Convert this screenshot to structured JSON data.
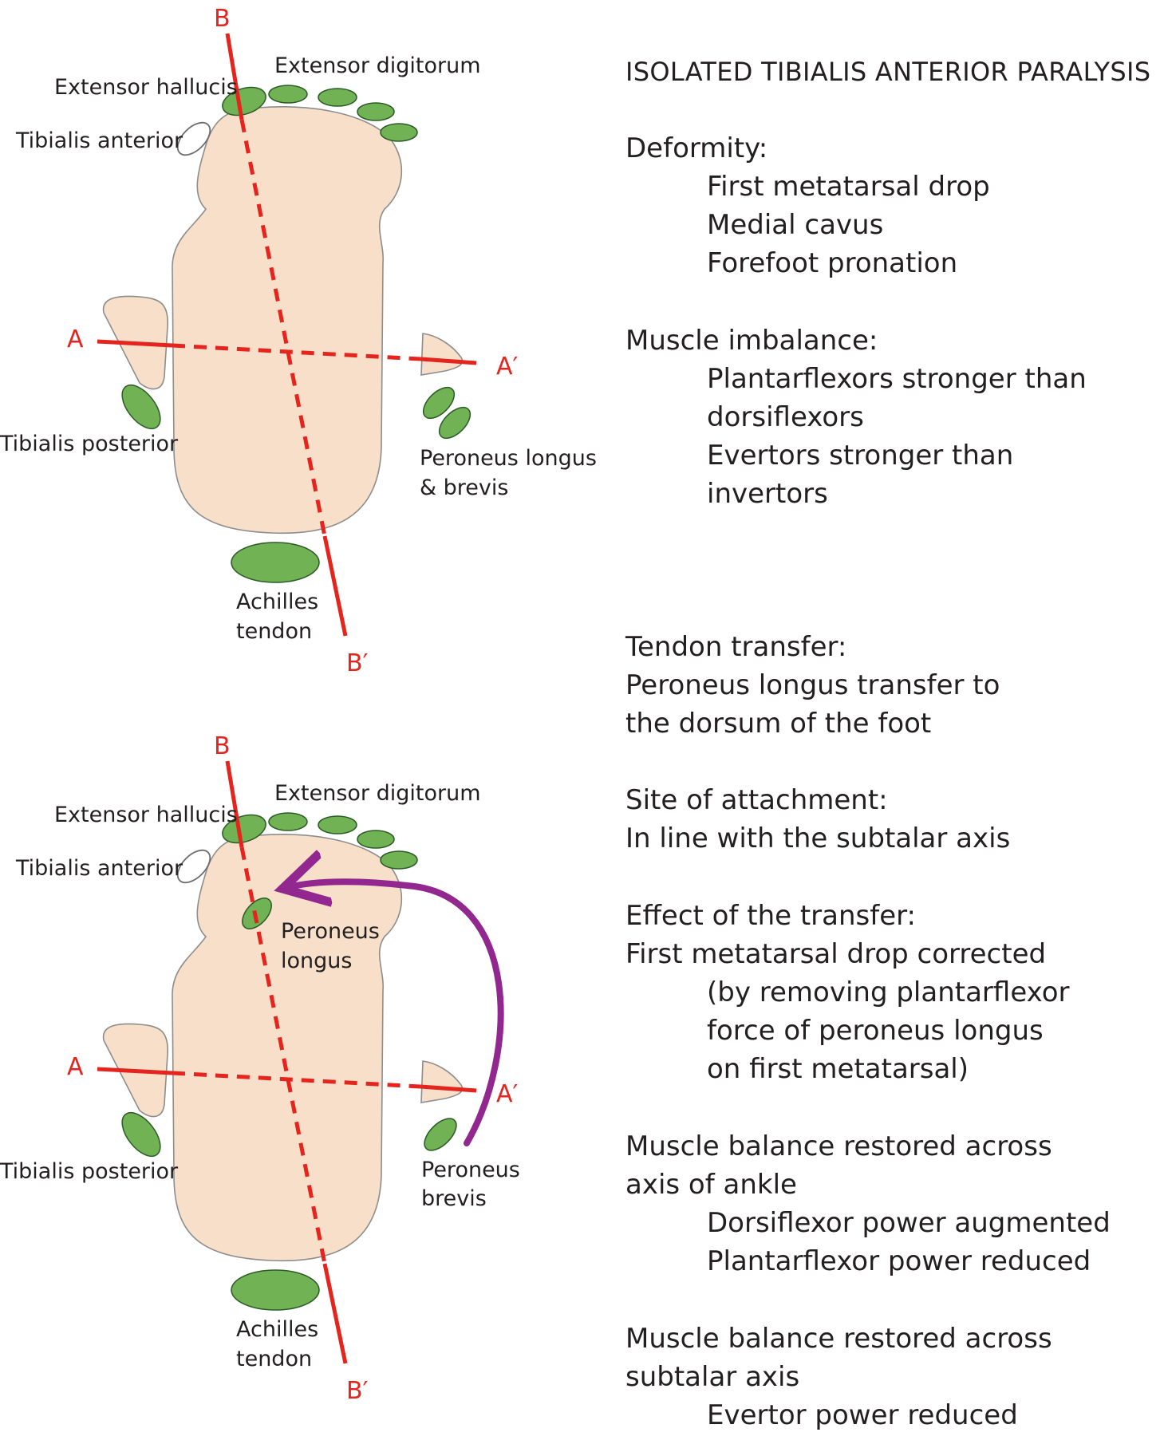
{
  "colors": {
    "foot": "#f7dfc9",
    "foot_outline": "#8d8d8d",
    "muscle": "#70b254",
    "muscle_outline": "#2b5b26",
    "axis": "#e5241d",
    "arrow": "#91278f",
    "text": "#231f20"
  },
  "diagrams": [
    {
      "labels": {
        "extensor_hallucis": "Extensor hallucis",
        "extensor_digitorum": "Extensor digitorum",
        "tibialis_anterior": "Tibialis anterior",
        "tibialis_posterior": "Tibialis posterior",
        "peroneus_1": "Peroneus longus",
        "peroneus_2": "& brevis",
        "achilles_1": "Achilles",
        "achilles_2": "tendon"
      },
      "axes": {
        "a": "A",
        "a_prime": "A′",
        "b": "B",
        "b_prime": "B′"
      }
    },
    {
      "labels": {
        "extensor_hallucis": "Extensor hallucis",
        "extensor_digitorum": "Extensor digitorum",
        "tibialis_anterior": "Tibialis anterior",
        "tibialis_posterior": "Tibialis posterior",
        "peroneus_longus_1": "Peroneus",
        "peroneus_longus_2": "longus",
        "peroneus_brevis_1": "Peroneus",
        "peroneus_brevis_2": "brevis",
        "achilles_1": "Achilles",
        "achilles_2": "tendon"
      },
      "axes": {
        "a": "A",
        "a_prime": "A′",
        "b": "B",
        "b_prime": "B′"
      }
    }
  ],
  "text": {
    "title": "ISOLATED TIBIALIS ANTERIOR PARALYSIS",
    "deformity_heading": "Deformity:",
    "deformity_1": "First metatarsal drop",
    "deformity_2": "Medial cavus",
    "deformity_3": "Forefoot pronation",
    "imbalance_heading": "Muscle imbalance:",
    "imbalance_1": "Plantarflexors stronger than",
    "imbalance_2": "dorsiflexors",
    "imbalance_3": "Evertors stronger than",
    "imbalance_4": "invertors",
    "transfer_heading": "Tendon transfer:",
    "transfer_1": "Peroneus longus transfer to",
    "transfer_2": "the dorsum of the foot",
    "site_heading": "Site of attachment:",
    "site_1": "In line with the subtalar axis",
    "effect_heading": "Effect of the transfer:",
    "effect_1": "First metatarsal drop corrected",
    "effect_2": "(by removing plantarflexor",
    "effect_3": "force of peroneus longus",
    "effect_4": "on first metatarsal)",
    "ankle_heading_1": "Muscle balance restored across",
    "ankle_heading_2": "axis of ankle",
    "ankle_1": "Dorsiflexor power augmented",
    "ankle_2": "Plantarflexor power reduced",
    "subtalar_heading_1": "Muscle balance restored across",
    "subtalar_heading_2": "subtalar axis",
    "subtalar_1": "Evertor power reduced"
  }
}
